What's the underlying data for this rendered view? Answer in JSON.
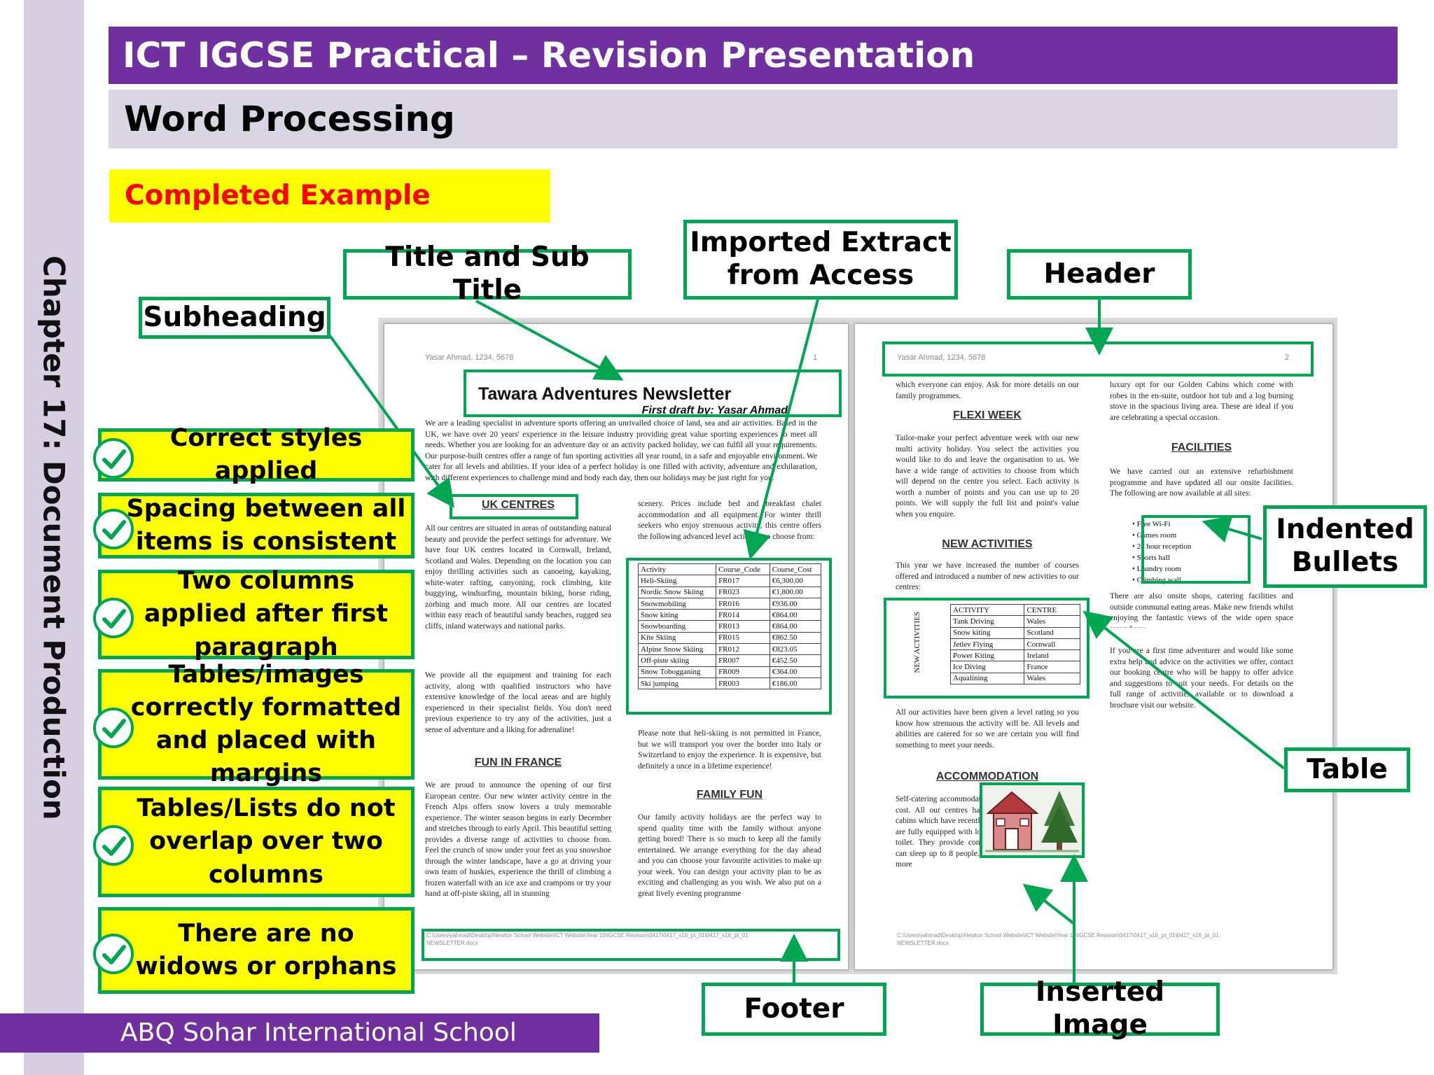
{
  "sidebar": {
    "chapter": "Chapter 17: Document Production"
  },
  "header": {
    "title": "ICT IGCSE Practical – Revision Presentation",
    "subtitle": "Word Processing"
  },
  "completed_label": "Completed Example",
  "footer": {
    "school": "ABQ Sohar International School"
  },
  "callouts": {
    "subheading": "Subheading",
    "title_subtitle": "Title and Sub Title",
    "imported_extract": "Imported Extract from Access",
    "header": "Header",
    "indented_bullets": "Indented Bullets",
    "table": "Table",
    "footer": "Footer",
    "inserted_image": "Inserted Image"
  },
  "checklist": [
    "Correct styles applied",
    "Spacing between all items is consistent",
    "Two columns applied after first paragraph",
    "Tables/images correctly formatted and placed with margins",
    "Tables/Lists do not overlap over two columns",
    "There are no widows or orphans"
  ],
  "colors": {
    "purple": "#7030a0",
    "lavender": "#dad5e2",
    "sidebar": "#d6cfe1",
    "yellow": "#ffff00",
    "red": "#ff0000",
    "green": "#00a651"
  },
  "icons": {
    "check": "check-circle-icon",
    "house": "house-icon"
  },
  "document": {
    "page1": {
      "header_left": "Yasar Ahmad, 1234, 5678",
      "page_no": "1",
      "newsletter_title": "Tawara Adventures  Newsletter",
      "newsletter_subtitle": "First draft by: Yasar Ahmad",
      "intro": "We are a leading specialist in adventure sports offering an unrivalled choice of land, sea and air activities. Based in the UK, we have over 20 years' experience in the leisure industry providing great value sporting experiences to meet all needs. Whether you are looking for an adventure day or an activity packed holiday, we can fulfil all your requirements. Our purpose-built centres offer a range of fun sporting activities all year round, in a safe and enjoyable environment. We cater for all levels and abilities. If your idea of a perfect holiday is one filled with activity, adventure and exhilaration, with different experiences to challenge mind and body each day, then our holidays may be just right for you.",
      "h_uk": "UK CENTRES",
      "uk_text": "All our centres are situated in areas of outstanding natural beauty and provide the perfect settings for adventure. We have four UK centres located in Cornwall, Ireland, Scotland and Wales. Depending on the location you can enjoy thrilling activities such as canoeing, kayaking, white-water rafting, canyoning, rock climbing, kite buggying, windsurfing, mountain biking, horse riding, zorbing and much more. All our centres are located within easy reach of beautiful sandy beaches, rugged sea cliffs, inland waterways and national parks.",
      "equip_text": "We provide all the equipment and training for each activity, along with qualified instructors who have extensive knowledge of the local areas and are highly experienced in their specialist fields. You don't need previous experience to try any of the activities, just a sense of adventure and a liking for adrenaline!",
      "h_france": "FUN IN FRANCE",
      "france_text": "We are proud to announce the opening of our first European centre. Our new winter activity centre in the French Alps offers snow lovers a truly memorable experience. The winter season begins in early December and stretches through to early April. This beautiful setting provides a diverse range of activities to choose from. Feel the crunch of snow under your feet as you snowshoe through the winter landscape, have a go at driving your own team of huskies, experience the thrill of climbing a frozen waterfall with an ice axe and crampons or try your hand at off-piste skiing, all in stunning",
      "scenery_text": "scenery. Prices include bed and breakfast chalet accommodation and all equipment. For winter thrill seekers who enjoy strenuous activity, this centre offers the following advanced level activities to choose from:",
      "table_headers": [
        "Activity",
        "Course_Code",
        "Course_Cost"
      ],
      "table_rows": [
        [
          "Heli-Skiing",
          "FR017",
          "€6,300.00"
        ],
        [
          "Nordic Snow Skiing",
          "FR023",
          "€1,800.00"
        ],
        [
          "Snowmobiling",
          "FR016",
          "€936.00"
        ],
        [
          "Snow kiting",
          "FR014",
          "€864.00"
        ],
        [
          "Snowboarding",
          "FR013",
          "€864.00"
        ],
        [
          "Kite Skiing",
          "FR015",
          "€862.50"
        ],
        [
          "Alpine Snow Skiing",
          "FR012",
          "€823.05"
        ],
        [
          "Off-piste skiing",
          "FR007",
          "€452.50"
        ],
        [
          "Snow Tobogganing",
          "FR009",
          "€364.00"
        ],
        [
          "Ski jumping",
          "FR003",
          "€186.00"
        ]
      ],
      "heli_text": "Please note that heli-skiing is not permitted in France, but we will transport you over the border into Italy or Switzerland to enjoy the experience. It is expensive, but definitely a once in a lifetime experience!",
      "h_family": "FAMILY FUN",
      "family_text": "Our family activity holidays are the perfect way to spend quality time with the family without anyone getting bored! There is so much to keep all the family entertained. We arrange everything for the day ahead and you can choose your favourite activities to make up your week. You can design your activity plan to be as exciting and challenging as you wish. We also put on a great lively evening programme",
      "footer_path": "C:\\Users\\yahmad\\Desktop\\Newton School Website\\ICT Website\\Year 10\\IGCSE Revision\\0417\\0417_s16_pt_01\\0417_s16_pt_01 NEWSLETTER.docx"
    },
    "page2": {
      "header_left": "Yasar Ahmad, 1234, 5678",
      "page_no": "2",
      "top_text": "which everyone can enjoy. Ask for more details on our family programmes.",
      "h_flexi": "FLEXI WEEK",
      "flexi_text": "Tailor-make your perfect adventure week with our new multi activity holiday. You select the activities you would like to do and leave the organisation to us. We have a wide range of activities to choose from which will depend on the centre you select. Each activity is worth a number of points and you can use up to 20 points. We will supply the full list and point's value when you enquire.",
      "h_new": "NEW ACTIVITIES",
      "new_text": "This year we have increased the number of courses offered and introduced a number of new activities to our centres:",
      "new_side_label": "NEW ACTIVITIES",
      "new_table_headers": [
        "ACTIVITY",
        "CENTRE"
      ],
      "new_table_rows": [
        [
          "Tank Driving",
          "Wales"
        ],
        [
          "Snow kiting",
          "Scotland"
        ],
        [
          "Jetlev Flying",
          "Cornwall"
        ],
        [
          "Power Kiting",
          "Ireland"
        ],
        [
          "Ice Diving",
          "France"
        ],
        [
          "Aqualining",
          "Wales"
        ]
      ],
      "rating_text": "All our activities have been given a level rating so you know how strenuous the activity will be. All levels and abilities are catered for so we are certain you will find something to meet your needs.",
      "h_accom": "ACCOMMODATION",
      "accom_text": "Self-catering accommodation is included in your course cost. All our centres have purpose-built modern log cabins which have recently been upgraded. Basic cabins are fully equipped with lounge, kitchenette, shower and toilet. They provide comfortable accommodation and can sleep up to 8 people. If you are looking for a little more",
      "luxury_text": "luxury opt for our Golden Cabins which come with robes in the en-suite, outdoor hot tub and a log burning stove in the spacious living area. These are ideal if you are celebrating a special occasion.",
      "h_facilities": "FACILITIES",
      "facilities_text": "We have carried out an extensive refurbishment programme and have updated all our onsite facilities. The following are now available at all sites:",
      "bullets": [
        "Free Wi-Fi",
        "Games room",
        "24 hour reception",
        "Sports hall",
        "Laundry room",
        "Climbing wall"
      ],
      "shops_text": "There are also onsite shops, catering facilities and outside communal eating areas. Make new friends whilst enjoying the fantastic views of the wide open space around you.",
      "first_time_text": "If you are a first time adventurer and would like some extra help and advice on the activities we offer, contact our booking centre who will be happy to offer advice and suggestions to suit your needs. For details on the full range of activities available or to download a brochure visit our website.",
      "footer_path": "C:\\Users\\yahmad\\Desktop\\Newton School Website\\ICT Website\\Year 10\\IGCSE Revision\\0417\\0417_s16_pt_01\\0417_s16_pt_01 NEWSLETTER.docx"
    }
  }
}
